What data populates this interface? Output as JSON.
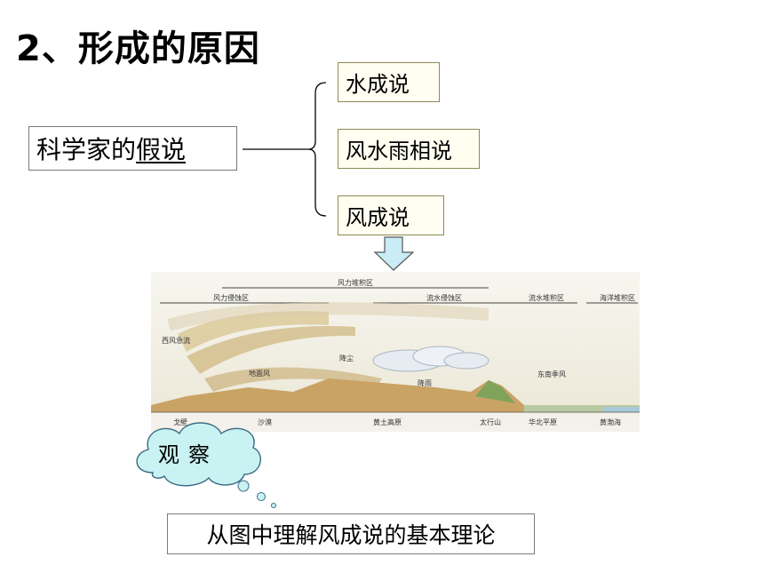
{
  "title": "2、形成的原因",
  "scientist": {
    "prefix": "科学家的",
    "underlined": "假说"
  },
  "hypotheses": [
    "水成说",
    "风水雨相说",
    "风成说"
  ],
  "diagram": {
    "top_labels": [
      "风力堆积区",
      "风力侵蚀区",
      "流水侵蚀区",
      "流水堆积区",
      "海洋堆积区"
    ],
    "inner_labels": [
      "西风急流",
      "地面风",
      "降尘",
      "降雨",
      "东南季风"
    ],
    "bottom_labels": [
      "戈壁",
      "沙漠",
      "黄土高原",
      "太行山",
      "华北平原",
      "黄渤海"
    ]
  },
  "observe": "观察",
  "conclusion": "从图中理解风成说的基本理论",
  "colors": {
    "box_border": "#7a7a7a",
    "cloud_fill": "#c9f2f2",
    "arrow_fill": "#c9ecf5"
  }
}
